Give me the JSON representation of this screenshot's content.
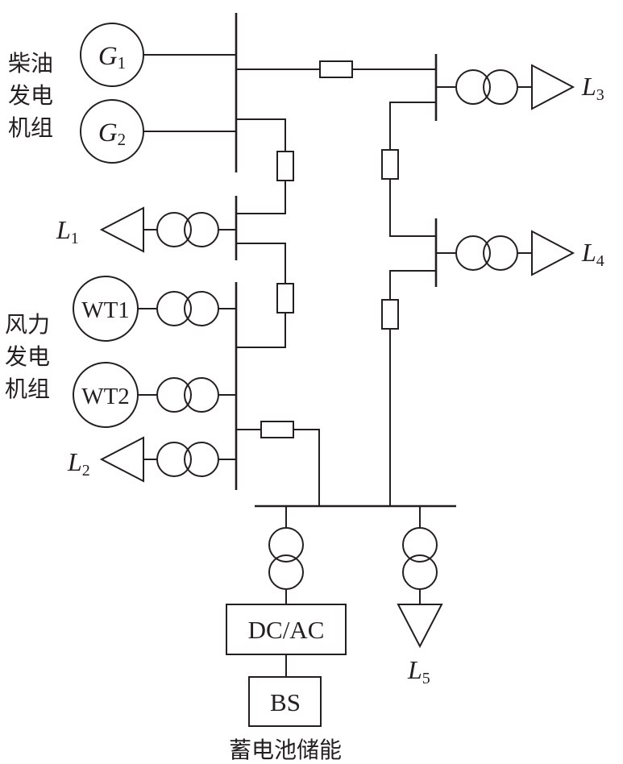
{
  "labels": {
    "diesel_group": [
      "柴油",
      "发电",
      "机组"
    ],
    "wind_group": [
      "风力",
      "发电",
      "机组"
    ],
    "battery_storage": "蓄电池储能"
  },
  "generators": {
    "g1": {
      "letter": "G",
      "sub": "1"
    },
    "g2": {
      "letter": "G",
      "sub": "2"
    },
    "wt1": "WT1",
    "wt2": "WT2"
  },
  "loads": {
    "l1": {
      "letter": "L",
      "sub": "1"
    },
    "l2": {
      "letter": "L",
      "sub": "2"
    },
    "l3": {
      "letter": "L",
      "sub": "3"
    },
    "l4": {
      "letter": "L",
      "sub": "4"
    },
    "l5": {
      "letter": "L",
      "sub": "5"
    }
  },
  "boxes": {
    "converter": "DC/AC",
    "battery": "BS"
  }
}
